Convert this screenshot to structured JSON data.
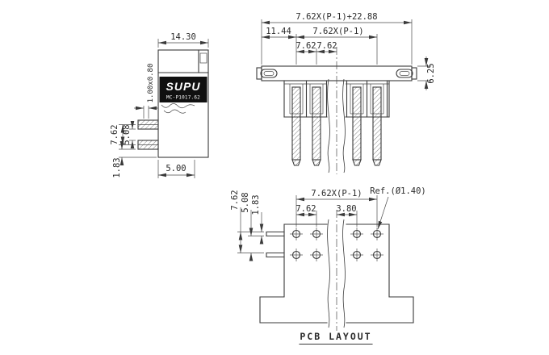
{
  "colors": {
    "line": "#3a3a3a",
    "label_bg": "#101010",
    "label_text": "#ffffff"
  },
  "side_view": {
    "dim_width": "14.30",
    "dim_pin_section": "1.00x0.80",
    "dim_pitch": "7.62",
    "dim_row_spacing": "5.08",
    "dim_tail": "1.83",
    "dim_depth": "5.00",
    "brand": "SUPU",
    "model": "MC-P1017.62"
  },
  "front_view": {
    "dim_overall": "7.62X(P-1)+22.88",
    "dim_end_offset": "11.44",
    "dim_pin_span": "7.62X(P-1)",
    "dim_pitch_a": "7.62",
    "dim_pitch_b": "7.62",
    "dim_flange": "6.25"
  },
  "pcb_layout": {
    "dim_row_pitch": "7.62",
    "dim_row_gap": "5.08",
    "dim_pad_width": "1.83",
    "dim_pin_span": "7.62X(P-1)",
    "dim_pitch": "7.62",
    "dim_half_pitch": "3.80",
    "ref_hole": "Ref.(Ø1.40)",
    "caption": "PCB LAYOUT"
  }
}
